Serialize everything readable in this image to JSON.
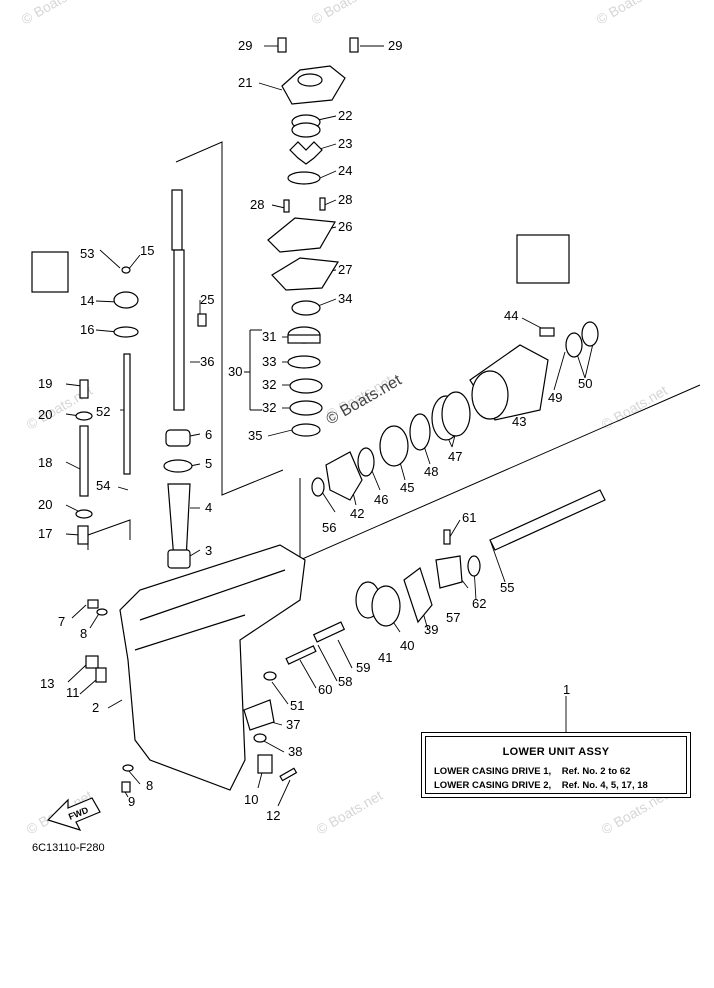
{
  "figure_code": "6C13110-F280",
  "watermark": "© Boats.net",
  "fwd_label": "FWD",
  "legend": {
    "title": "LOWER UNIT ASSY",
    "rows": [
      {
        "label": "LOWER CASING DRIVE 1,",
        "refs": "Ref. No. 2 to 62"
      },
      {
        "label": "LOWER CASING DRIVE 2,",
        "refs": "Ref. No. 4, 5, 17, 18"
      }
    ]
  },
  "callouts": [
    "1",
    "2",
    "3",
    "4",
    "5",
    "6",
    "7",
    "8",
    "8",
    "9",
    "10",
    "11",
    "12",
    "13",
    "14",
    "15",
    "16",
    "17",
    "18",
    "19",
    "20",
    "20",
    "21",
    "22",
    "23",
    "24",
    "25",
    "26",
    "27",
    "28",
    "28",
    "29",
    "29",
    "30",
    "31",
    "32",
    "32",
    "33",
    "34",
    "35",
    "36",
    "37",
    "38",
    "39",
    "40",
    "41",
    "42",
    "43",
    "44",
    "45",
    "46",
    "47",
    "48",
    "49",
    "50",
    "51",
    "52",
    "53",
    "54",
    "55",
    "56",
    "57",
    "58",
    "59",
    "60",
    "61",
    "62"
  ]
}
